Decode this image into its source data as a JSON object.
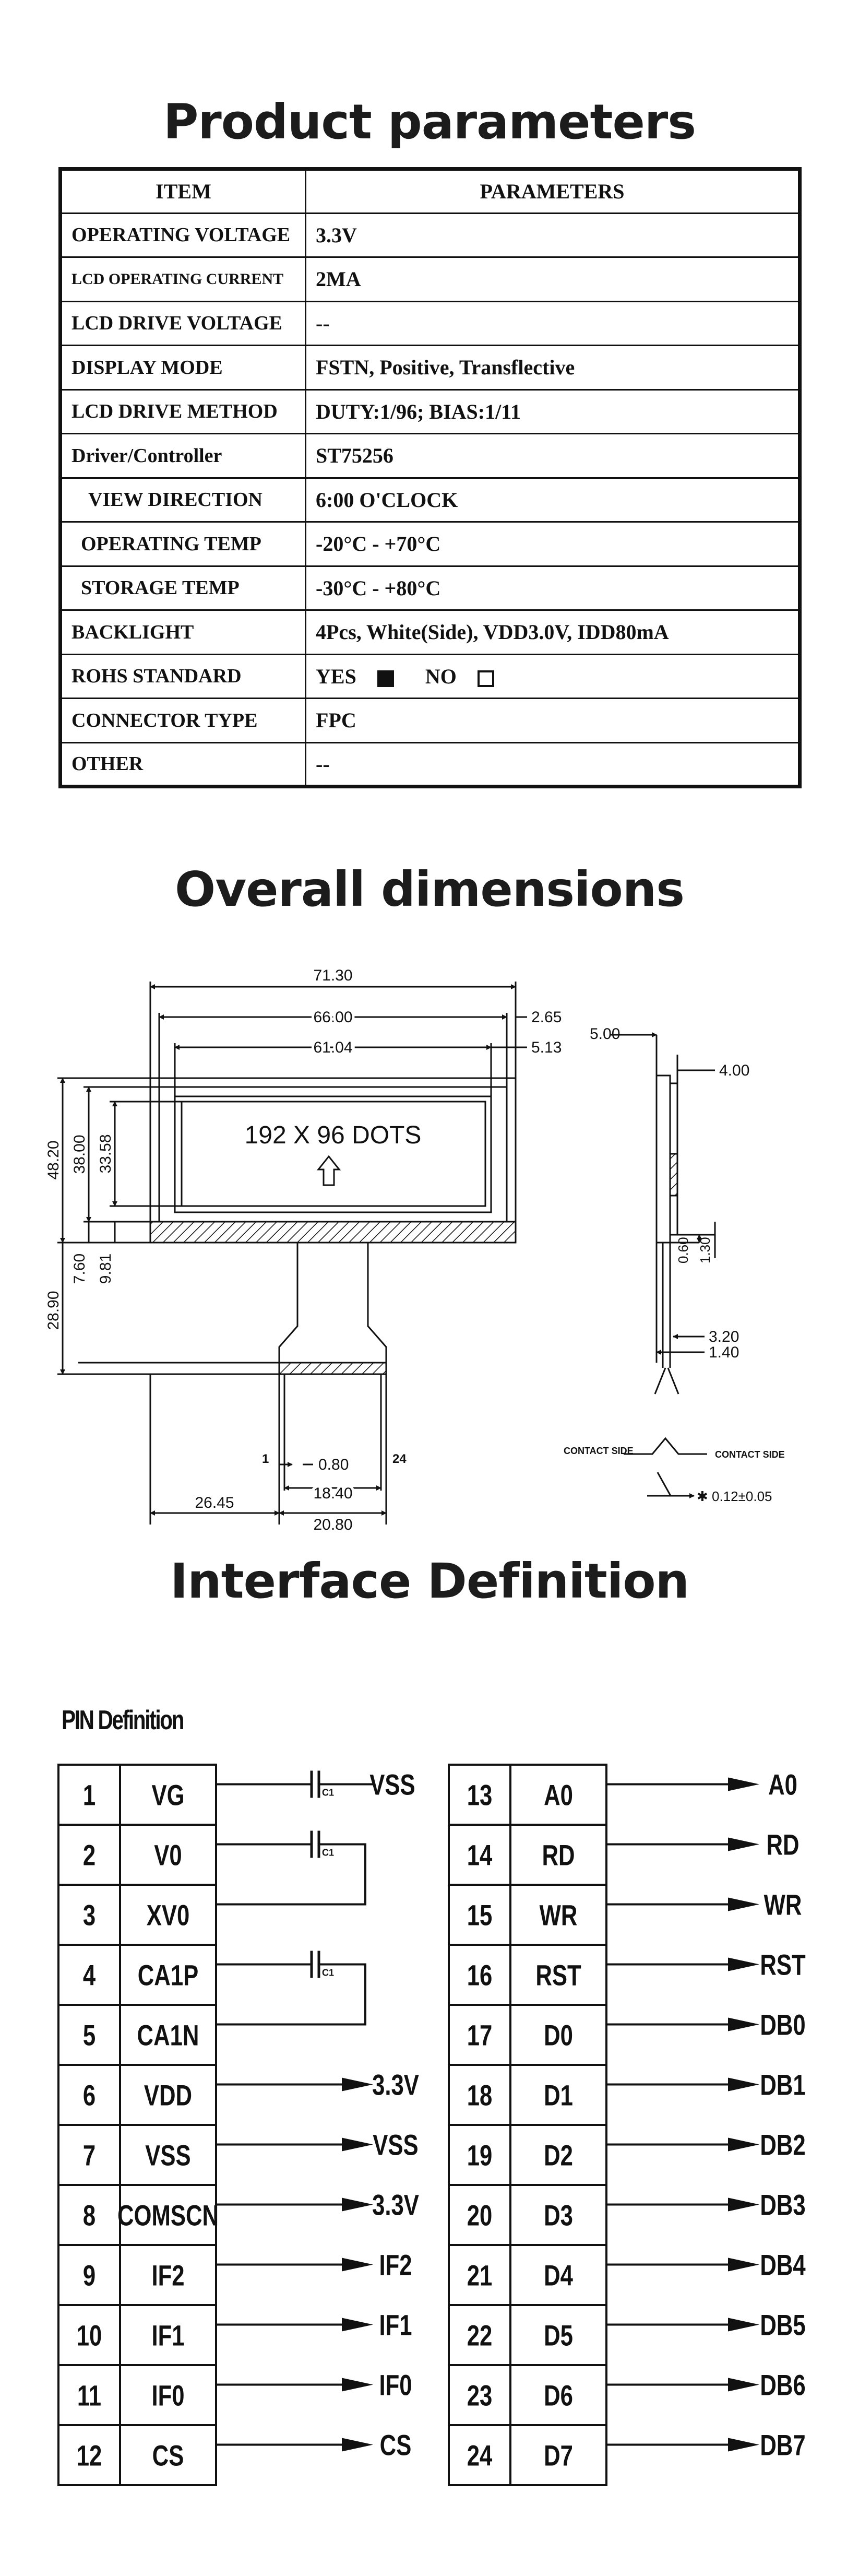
{
  "sections": {
    "params_title": "Product parameters",
    "dims_title": "Overall dimensions",
    "iface_title": "Interface Definition"
  },
  "params": {
    "header_item": "ITEM",
    "header_value": "PARAMETERS",
    "rows": [
      {
        "item": "OPERATING VOLTAGE",
        "value": "3.3V"
      },
      {
        "item": "LCD OPERATING CURRENT",
        "value": "2MA"
      },
      {
        "item": "LCD DRIVE VOLTAGE",
        "value": "--"
      },
      {
        "item": "DISPLAY MODE",
        "value": "FSTN, Positive, Transflective"
      },
      {
        "item": "LCD DRIVE METHOD",
        "value": "DUTY:1/96; BIAS:1/11"
      },
      {
        "item": "Driver/Controller",
        "value": "ST75256"
      },
      {
        "item": "VIEW DIRECTION",
        "value": "6:00 O'CLOCK"
      },
      {
        "item": "OPERATING TEMP",
        "value": "-20°C - +70°C"
      },
      {
        "item": "STORAGE TEMP",
        "value": "-30°C - +80°C"
      },
      {
        "item": "BACKLIGHT",
        "value": "4Pcs, White(Side), VDD3.0V, IDD80mA"
      },
      {
        "item": "ROHS STANDARD",
        "yes": "YES",
        "no": "NO"
      },
      {
        "item": "CONNECTOR TYPE",
        "value": "FPC"
      },
      {
        "item": "OTHER",
        "value": "--"
      }
    ]
  },
  "dims": {
    "display_text": "192 X 96 DOTS",
    "w_7130": "71.30",
    "w_6600": "66.00",
    "w_6104": "61.04",
    "w_265": "2.65",
    "w_513": "5.13",
    "h_4820": "48.20",
    "h_3800": "38.00",
    "h_3358": "33.58",
    "h_760": "7.60",
    "h_981": "9.81",
    "h_2890": "28.90",
    "fpc_080": "0.80",
    "fpc_1840": "18.40",
    "fpc_2080": "20.80",
    "fpc_2645": "26.45",
    "pin_first": "1",
    "pin_last": "24",
    "side_500": "5.00",
    "side_400": "4.00",
    "side_060": "0.60",
    "side_130": "1.30",
    "side_320": "3.20",
    "side_140": "1.40",
    "contact_side_left": "CONTACT SIDE",
    "contact_side_right": "CONTACT SIDE",
    "thickness": "✱ 0.12±0.05"
  },
  "pins": {
    "heading": "PIN Definition",
    "cap_label": "C1",
    "left": [
      {
        "num": "1",
        "name": "VG",
        "target": "VSS"
      },
      {
        "num": "2",
        "name": "V0",
        "target": ""
      },
      {
        "num": "3",
        "name": "XV0",
        "target": ""
      },
      {
        "num": "4",
        "name": "CA1P",
        "target": ""
      },
      {
        "num": "5",
        "name": "CA1N",
        "target": ""
      },
      {
        "num": "6",
        "name": "VDD",
        "target": "3.3V"
      },
      {
        "num": "7",
        "name": "VSS",
        "target": "VSS"
      },
      {
        "num": "8",
        "name": "COMSCN",
        "target": "3.3V"
      },
      {
        "num": "9",
        "name": "IF2",
        "target": "IF2"
      },
      {
        "num": "10",
        "name": "IF1",
        "target": "IF1"
      },
      {
        "num": "11",
        "name": "IF0",
        "target": "IF0"
      },
      {
        "num": "12",
        "name": "CS",
        "target": "CS"
      }
    ],
    "right": [
      {
        "num": "13",
        "name": "A0",
        "target": "A0"
      },
      {
        "num": "14",
        "name": "RD",
        "target": "RD"
      },
      {
        "num": "15",
        "name": "WR",
        "target": "WR"
      },
      {
        "num": "16",
        "name": "RST",
        "target": "RST"
      },
      {
        "num": "17",
        "name": "D0",
        "target": "DB0"
      },
      {
        "num": "18",
        "name": "D1",
        "target": "DB1"
      },
      {
        "num": "19",
        "name": "D2",
        "target": "DB2"
      },
      {
        "num": "20",
        "name": "D3",
        "target": "DB3"
      },
      {
        "num": "21",
        "name": "D4",
        "target": "DB4"
      },
      {
        "num": "22",
        "name": "D5",
        "target": "DB5"
      },
      {
        "num": "23",
        "name": "D6",
        "target": "DB6"
      },
      {
        "num": "24",
        "name": "D7",
        "target": "DB7"
      }
    ]
  }
}
